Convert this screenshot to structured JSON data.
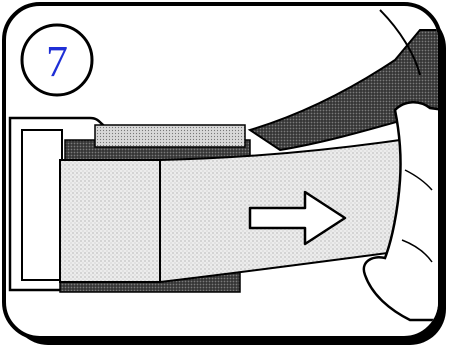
{
  "step": {
    "number": "7",
    "number_color": "#1f2fd6"
  },
  "illustration": {
    "subject": "strap-threaded-through-buckle",
    "arrow_direction": "right",
    "colors": {
      "frame_border": "#000000",
      "strap_fill": "#e6e6e6",
      "strap_dark": "#3a3a3a",
      "buckle_fill": "#ffffff",
      "background": "#ffffff"
    }
  }
}
